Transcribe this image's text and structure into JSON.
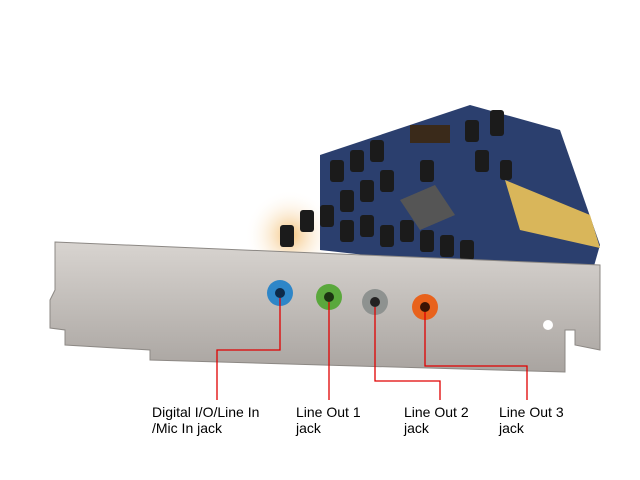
{
  "labels": [
    {
      "line1": "Digital I/O/Line In",
      "line2": "/Mic In jack"
    },
    {
      "line1": "Line Out 1",
      "line2": "jack"
    },
    {
      "line1": "Line Out 2",
      "line2": "jack"
    },
    {
      "line1": "Line Out 3",
      "line2": "jack"
    }
  ],
  "colors": {
    "leader_line": "#e00000",
    "jack_blue": "#2e86c8",
    "jack_green": "#5aa83c",
    "jack_gray": "#8e9290",
    "jack_orange": "#e8621c",
    "pcb": "#2b3f6e",
    "bracket": "#bdb8b4"
  }
}
